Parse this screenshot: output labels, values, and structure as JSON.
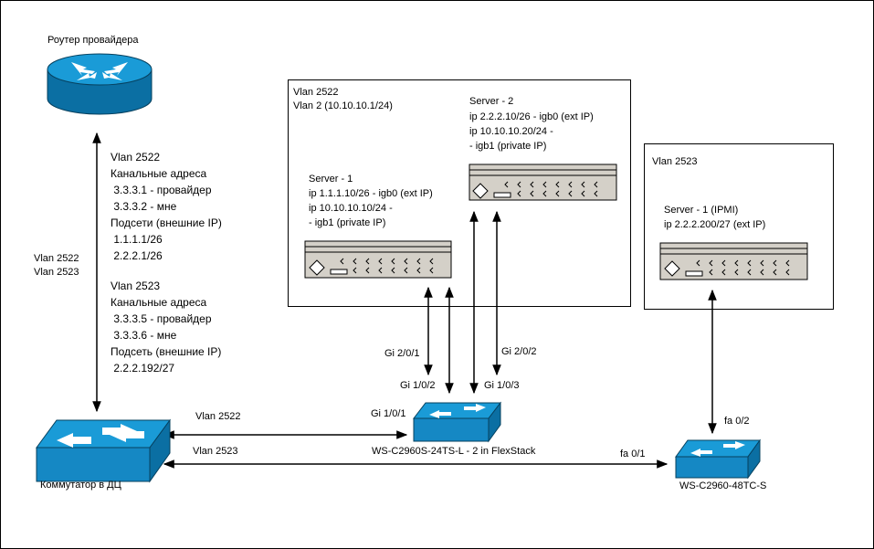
{
  "colors": {
    "device_blue": "#1a9bd7",
    "device_blue_dark": "#0b6fa3",
    "server_body": "#d4d0c8",
    "line": "#000000"
  },
  "provider_router": {
    "label": "Роутер провайдера",
    "icon": "router-icon"
  },
  "dc_switch": {
    "label": "Коммутатор в ДЦ",
    "icon": "switch-icon"
  },
  "left_link": {
    "vlans": [
      "Vlan 2522",
      "Vlan 2523"
    ]
  },
  "vlan_notes": {
    "block_2522": [
      "Vlan 2522",
      "Канальные адреса",
      " 3.3.3.1 - провайдер",
      " 3.3.3.2 - мне",
      "Подсети (внешние IP)",
      " 1.1.1.1/26",
      " 2.2.2.1/26"
    ],
    "block_2523": [
      "Vlan 2523",
      "Канальные адреса",
      " 3.3.3.5 - провайдер",
      " 3.3.3.6 - мне",
      "Подсеть (внешние IP)",
      " 2.2.2.192/27"
    ]
  },
  "box_2522": {
    "title": [
      "Vlan 2522",
      "Vlan 2 (10.10.10.1/24)"
    ],
    "server1": [
      "Server - 1",
      "ip 1.1.1.10/26 - igb0 (ext IP)",
      "ip 10.10.10.10/24 -",
      "- igb1 (private IP)"
    ],
    "server2": [
      "Server - 2",
      "ip 2.2.2.10/26 - igb0 (ext IP)",
      "ip 10.10.10.20/24 -",
      "- igb1 (private IP)"
    ]
  },
  "box_2523": {
    "title": "Vlan 2523",
    "server1": [
      "Server - 1 (IPMI)",
      "ip 2.2.2.200/27 (ext IP)"
    ]
  },
  "stack_switch": {
    "label": "WS-C2960S-24TS-L - 2 in FlexStack",
    "icon": "switch-icon"
  },
  "access_switch": {
    "label": "WS-C2960-48TC-S",
    "icon": "switch-icon"
  },
  "ports": {
    "gi201": "Gi 2/0/1",
    "gi102": "Gi 1/0/2",
    "gi202": "Gi 2/0/2",
    "gi103": "Gi 1/0/3",
    "gi101": "Gi 1/0/1",
    "fa01": "fa 0/1",
    "fa02": "fa 0/2"
  },
  "bottom_links": {
    "vlan_2522": "Vlan 2522",
    "vlan_2523": "Vlan 2523"
  }
}
